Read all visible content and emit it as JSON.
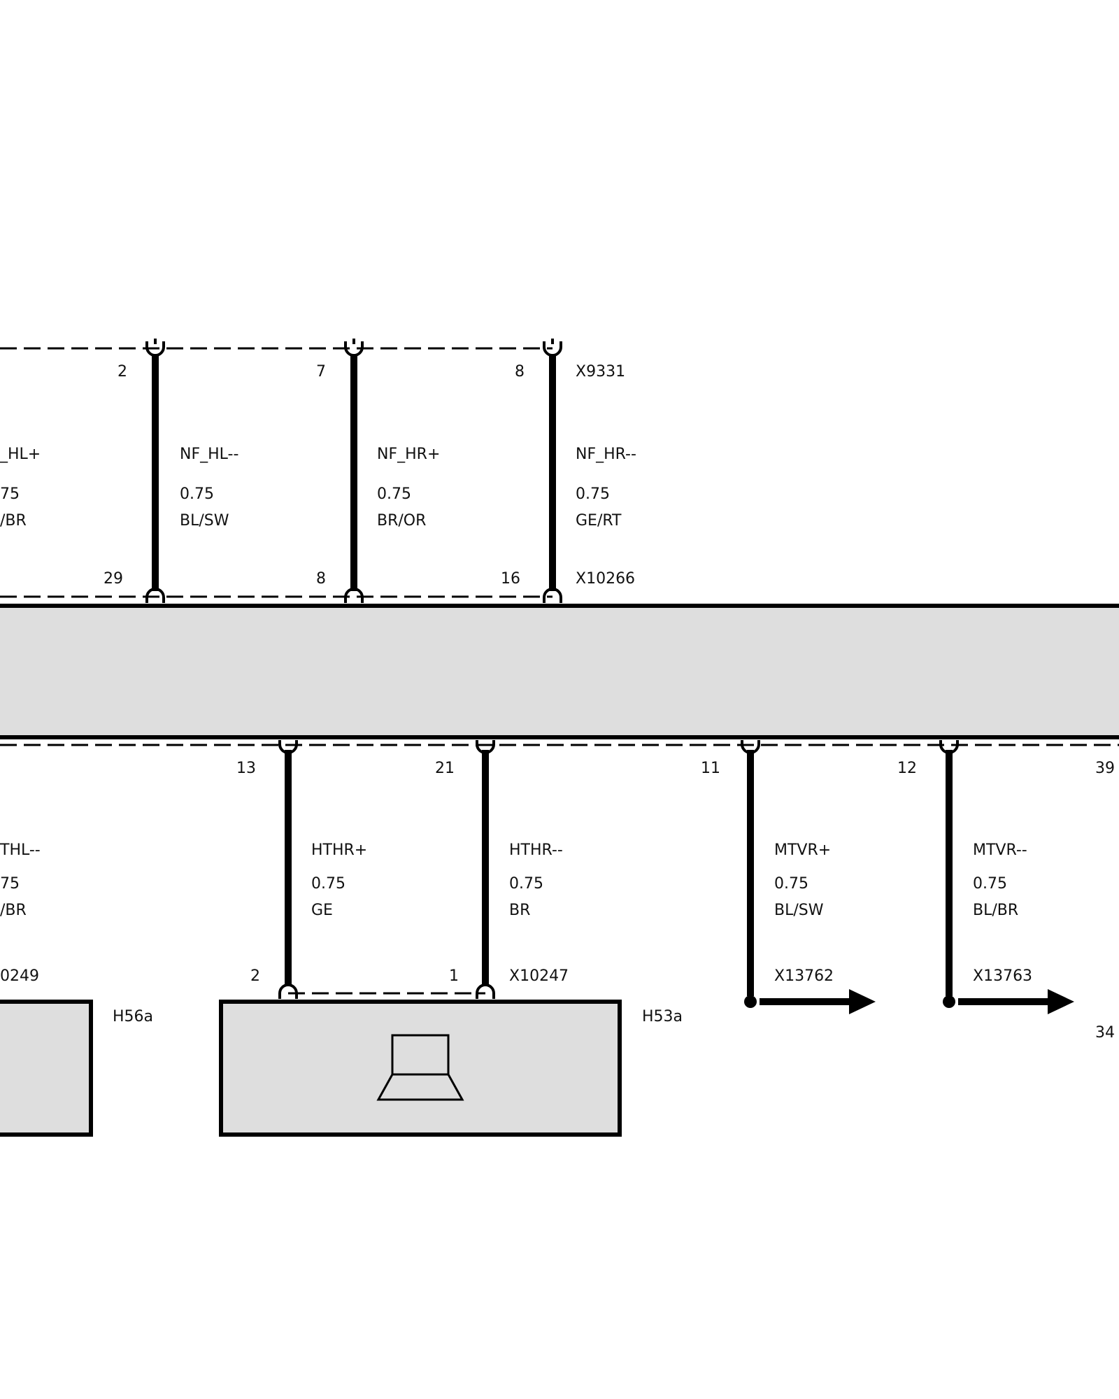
{
  "colors": {
    "module_fill": "#dedede",
    "line": "#000000",
    "background": "#ffffff"
  },
  "connectors": {
    "top_upper": "X9331",
    "top_lower": "X10266",
    "lower_h53a": "X10247",
    "lower_left": "0249",
    "arrow_1": "X13762",
    "arrow_2": "X13763"
  },
  "components": {
    "h56a": "H56a",
    "h53a": "H53a",
    "h53a_icon": "laptop-display-icon"
  },
  "top_wires": [
    {
      "name": "_HL+",
      "gauge": "75",
      "color": "/BR",
      "pin_upper": "",
      "pin_lower": ""
    },
    {
      "name": "NF_HL--",
      "gauge": "0.75",
      "color": "BL/SW",
      "pin_upper": "2",
      "pin_lower": "29"
    },
    {
      "name": "NF_HR+",
      "gauge": "0.75",
      "color": "BR/OR",
      "pin_upper": "7",
      "pin_lower": "8"
    },
    {
      "name": "NF_HR--",
      "gauge": "0.75",
      "color": "GE/RT",
      "pin_upper": "8",
      "pin_lower": "16"
    }
  ],
  "bottom_wires": [
    {
      "name": "THL--",
      "gauge": "75",
      "color": "/BR",
      "pin_upper": "",
      "pin_lower": ""
    },
    {
      "name": "HTHR+",
      "gauge": "0.75",
      "color": "GE",
      "pin_upper": "13",
      "pin_lower": "2"
    },
    {
      "name": "HTHR--",
      "gauge": "0.75",
      "color": "BR",
      "pin_upper": "21",
      "pin_lower": "1"
    },
    {
      "name": "MTVR+",
      "gauge": "0.75",
      "color": "BL/SW",
      "pin_upper": "11",
      "pin_lower": ""
    },
    {
      "name": "MTVR--",
      "gauge": "0.75",
      "color": "BL/BR",
      "pin_upper": "12",
      "pin_lower": ""
    }
  ],
  "extra_pins": {
    "pin_39": "39",
    "pin_34": "34"
  }
}
